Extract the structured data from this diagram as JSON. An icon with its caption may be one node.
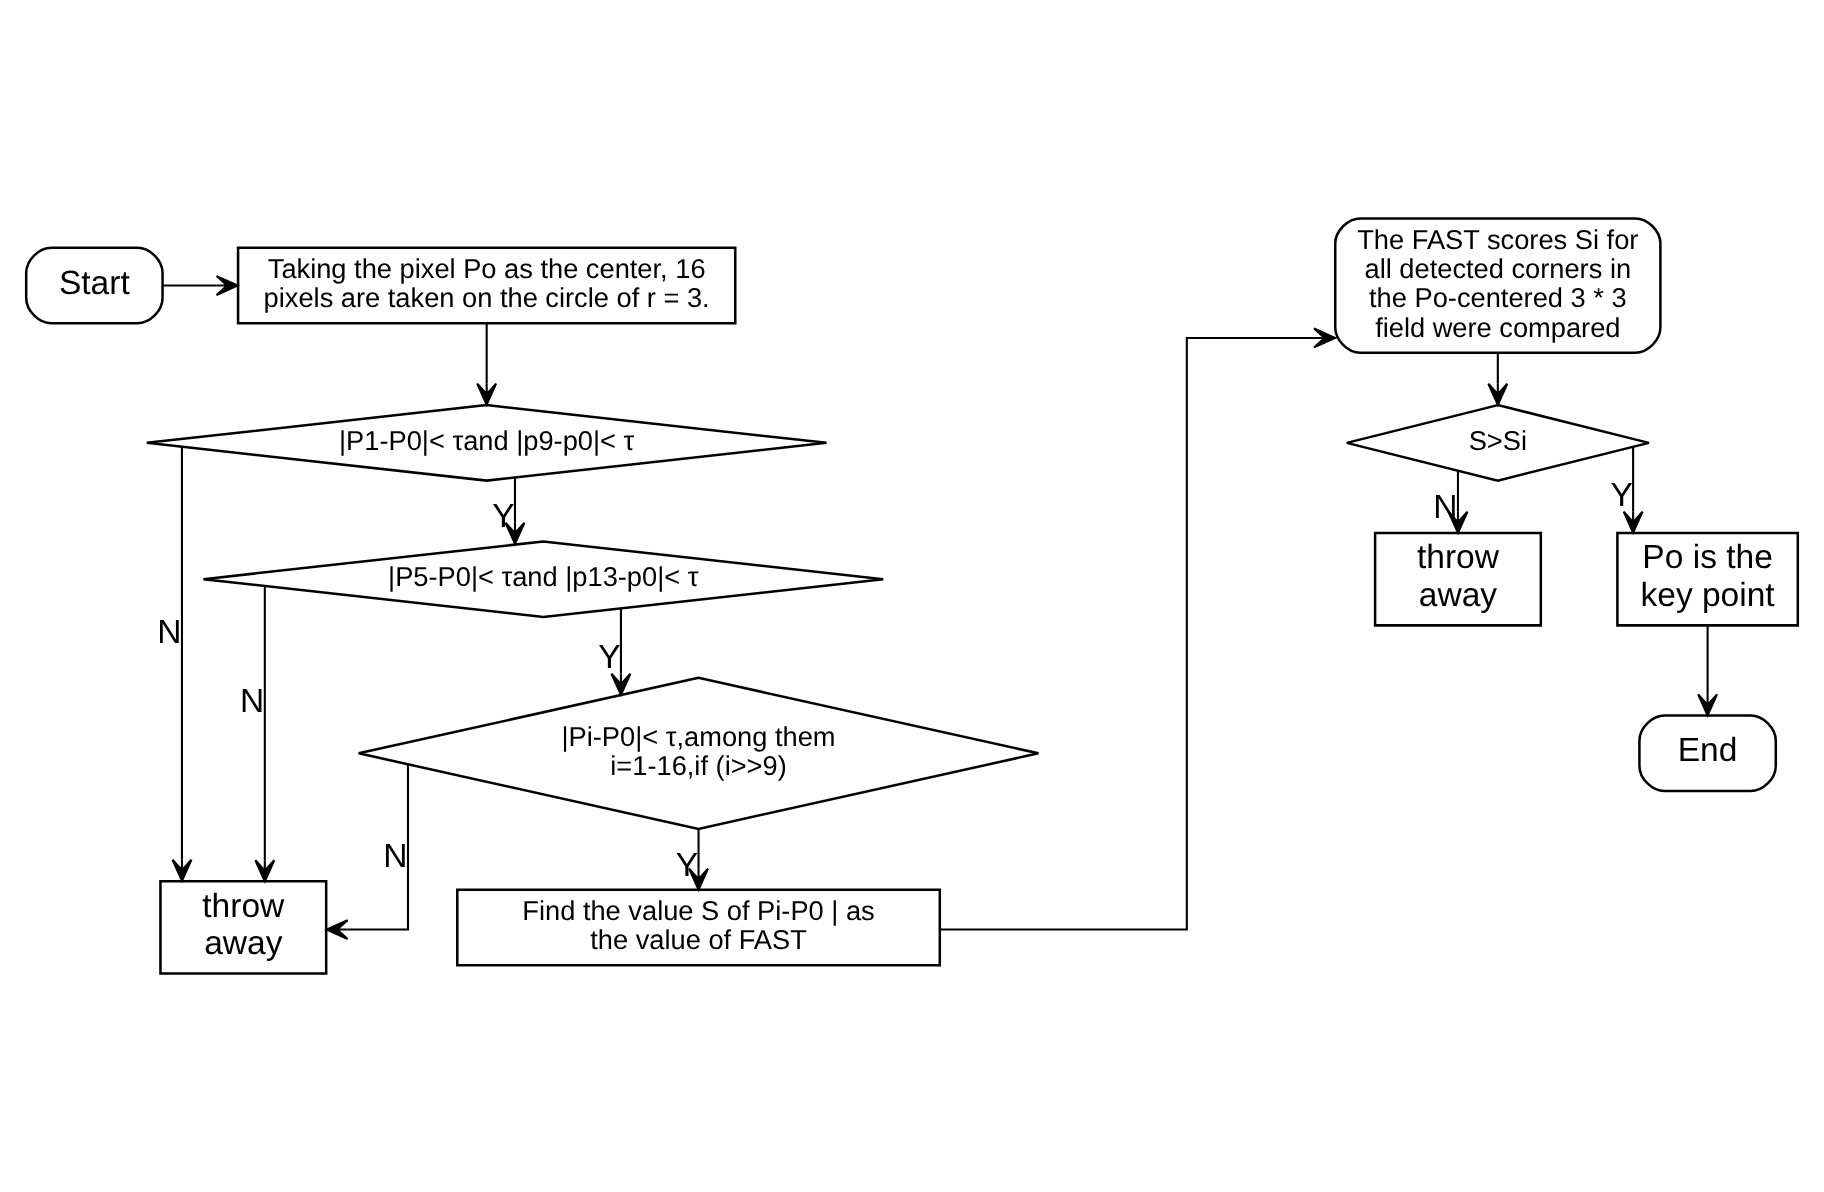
{
  "diagram": {
    "nodes": [
      {
        "text": [
          "Start"
        ]
      },
      {
        "text": [
          "Taking the pixel Po as the center, 16 pixels are taken on the circle of r = 3."
        ]
      },
      {
        "text": [
          "|P1-P0|< τand |p9-p0|< τ"
        ]
      },
      {
        "text": [
          "|P5-P0|< τand |p13-p0|< τ"
        ]
      },
      {
        "text": [
          "|Pi-P0|< τ,among them i=1-16,if (i>>9)"
        ]
      },
      {
        "text": [
          "throw away"
        ]
      },
      {
        "text": [
          "Find the value S of Pi-P0 | as the value of FAST"
        ]
      },
      {
        "text": [
          "The FAST scores Si for all detected corners in the Po-centered 3 * 3 field were compared"
        ]
      },
      {
        "text": [
          "S>Si"
        ]
      },
      {
        "text": [
          "Po is the key point"
        ]
      },
      {
        "text": [
          "throw away"
        ]
      },
      {
        "text": [
          "End"
        ]
      }
    ],
    "edges": [
      {
        "from": 0,
        "to": 1,
        "arrow": "to"
      },
      {
        "from": 1,
        "to": 2,
        "arrow": "to"
      },
      {
        "from": 2,
        "to": 3,
        "arrow": "to",
        "label": "Y"
      },
      {
        "from": 3,
        "to": 4,
        "arrow": "to",
        "label": "Y"
      },
      {
        "from": 4,
        "to": 6,
        "arrow": "to",
        "label": "Y"
      },
      {
        "from": 2,
        "to": 5,
        "arrow": "to",
        "label": "N"
      },
      {
        "from": 3,
        "to": 5,
        "arrow": "to",
        "label": "N"
      },
      {
        "from": 4,
        "to": 5,
        "arrow": "to",
        "label": "N"
      },
      {
        "from": 6,
        "to": 7,
        "arrow": "to"
      },
      {
        "from": 7,
        "to": 8,
        "arrow": "to"
      },
      {
        "from": 8,
        "to": 9,
        "arrow": "to",
        "label": "Y"
      },
      {
        "from": 8,
        "to": 10,
        "arrow": "to",
        "label": "N"
      },
      {
        "from": 9,
        "to": 11,
        "arrow": "to"
      }
    ]
  }
}
